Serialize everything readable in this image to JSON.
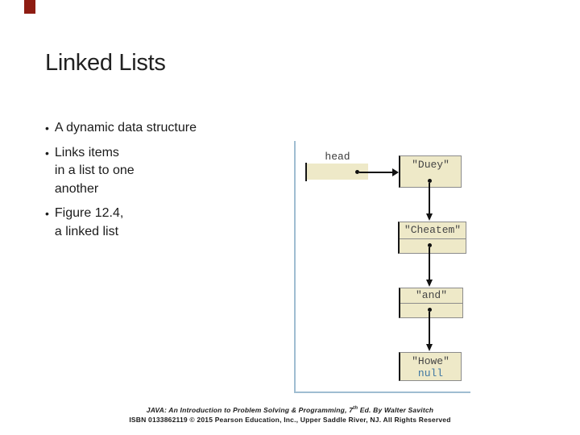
{
  "slide": {
    "title": "Linked Lists",
    "bullet_char": "•",
    "bullets": [
      {
        "lines": [
          "A dynamic data structure"
        ]
      },
      {
        "lines": [
          "Links items",
          "in a list to one",
          "another"
        ]
      },
      {
        "lines": [
          "Figure 12.4,",
          "a linked list"
        ]
      }
    ]
  },
  "diagram": {
    "head_label": "head",
    "nodes": [
      {
        "label": "\"Duey\""
      },
      {
        "label": "\"Cheatem\""
      },
      {
        "label": "\"and\""
      },
      {
        "label": "\"Howe\"",
        "pointer_value": "null"
      }
    ]
  },
  "footer": {
    "line1_pre": "JAVA: An Introduction to Problem Solving & Programming, 7",
    "line1_sup": "th",
    "line1_post": " Ed. By Walter Savitch",
    "line2": "ISBN 0133862119 © 2015 Pearson Education, Inc., Upper Saddle River, NJ. All Rights Reserved"
  },
  "colors": {
    "accent_red": "#8e1c12",
    "node_fill": "#eee9c8",
    "node_border": "#8c8c8c",
    "frame_blue": "#9fbdd1",
    "null_blue": "#3f77a2"
  }
}
